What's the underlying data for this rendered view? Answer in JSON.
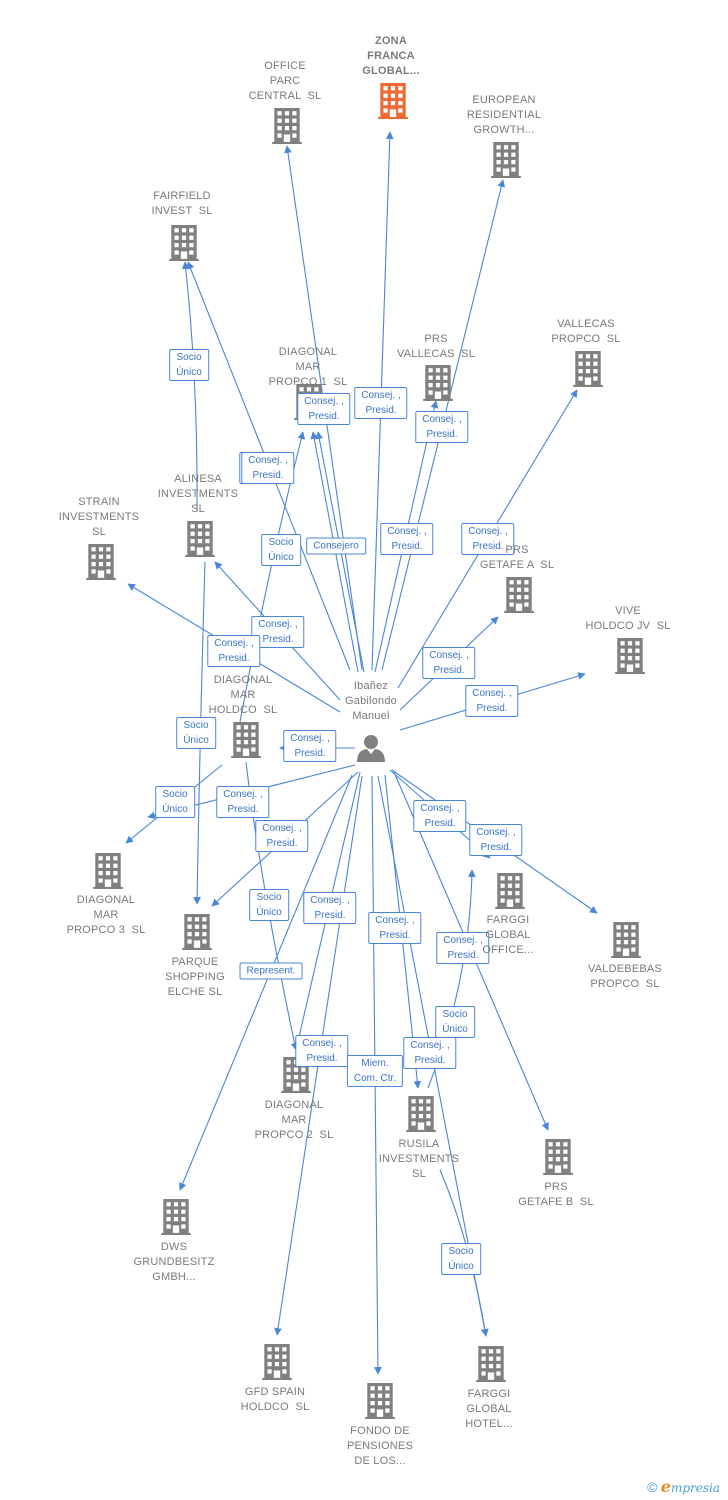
{
  "colors": {
    "edge": "#4a86d8",
    "building": "#808080",
    "building_highlight": "#f06a35",
    "person": "#808080"
  },
  "center": {
    "id": "ibanez",
    "label": "Ibañez\nGabilondo\nManuel",
    "icon": "person-icon"
  },
  "nodes": [
    {
      "id": "office_parc",
      "label": "OFFICE\nPARC\nCENTRAL  SL",
      "icon": "building-icon"
    },
    {
      "id": "zona_franca",
      "label": "ZONA\nFRANCA\nGLOBAL...",
      "icon": "building-icon",
      "highlight": true
    },
    {
      "id": "european",
      "label": "EUROPEAN\nRESIDENTIAL\nGROWTH...",
      "icon": "building-icon"
    },
    {
      "id": "fairfield",
      "label": "FAIRFIELD\nINVEST  SL",
      "icon": "building-icon"
    },
    {
      "id": "diagonal_propco1",
      "label": "DIAGONAL\nMAR\nPROPCO 1  SL",
      "icon": "building-icon"
    },
    {
      "id": "prs_vallecas",
      "label": "PRS\nVALLECAS  SL",
      "icon": "building-icon"
    },
    {
      "id": "vallecas_propco",
      "label": "VALLECAS\nPROPCO  SL",
      "icon": "building-icon"
    },
    {
      "id": "alinesa",
      "label": "ALINESA\nINVESTMENTS\nSL",
      "icon": "building-icon"
    },
    {
      "id": "strain",
      "label": "STRAIN\nINVESTMENTS\nSL",
      "icon": "building-icon"
    },
    {
      "id": "prs_getafe_a",
      "label": "PRS\nGETAFE A  SL",
      "icon": "building-icon"
    },
    {
      "id": "vive",
      "label": "VIVE\nHOLDCO JV  SL",
      "icon": "building-icon"
    },
    {
      "id": "diagonal_holdco",
      "label": "DIAGONAL\nMAR\nHOLDCO  SL",
      "icon": "building-icon"
    },
    {
      "id": "diagonal_propco3",
      "label": "DIAGONAL\nMAR\nPROPCO 3  SL",
      "icon": "building-icon"
    },
    {
      "id": "parque",
      "label": "PARQUE\nSHOPPING\nELCHE SL",
      "icon": "building-icon"
    },
    {
      "id": "farggi_office",
      "label": "FARGGI\nGLOBAL\nOFFICE...",
      "icon": "building-icon"
    },
    {
      "id": "valdebebas",
      "label": "VALDEBEBAS\nPROPCO  SL",
      "icon": "building-icon"
    },
    {
      "id": "diagonal_propco2",
      "label": "DIAGONAL\nMAR\nPROPCO 2  SL",
      "icon": "building-icon"
    },
    {
      "id": "rusila",
      "label": "RUSILA\nINVESTMENTS\nSL",
      "icon": "building-icon"
    },
    {
      "id": "prs_getafe_b",
      "label": "PRS\nGETAFE B  SL",
      "icon": "building-icon"
    },
    {
      "id": "dws",
      "label": "DWS\nGRUNDBESITZ\nGMBH...",
      "icon": "building-icon"
    },
    {
      "id": "gfd",
      "label": "GFD SPAIN\nHOLDCO  SL",
      "icon": "building-icon"
    },
    {
      "id": "fondo",
      "label": "FONDO DE\nPENSIONES\nDE LOS...",
      "icon": "building-icon"
    },
    {
      "id": "farggi_hotel",
      "label": "FARGGI\nGLOBAL\nHOTEL...",
      "icon": "building-icon"
    }
  ],
  "edges": [
    {
      "from": "ibanez",
      "to": "office_parc",
      "label": "Consej. ,\nPresid."
    },
    {
      "from": "ibanez",
      "to": "zona_franca",
      "label": "Consej. ,\nPresid."
    },
    {
      "from": "ibanez",
      "to": "european",
      "label": "Consej. ,\nPresid."
    },
    {
      "from": "ibanez",
      "to": "fairfield",
      "label": "Consej. ,\nPresid."
    },
    {
      "from": "ibanez",
      "to": "diagonal_propco1",
      "label": "Consej. ,\nPresid."
    },
    {
      "from": "ibanez",
      "to": "diagonal_propco1",
      "label": "Consejero"
    },
    {
      "from": "ibanez",
      "to": "prs_vallecas",
      "label": "Consej. ,\nPresid."
    },
    {
      "from": "ibanez",
      "to": "vallecas_propco",
      "label": "Consej. ,\nPresid."
    },
    {
      "from": "ibanez",
      "to": "alinesa",
      "label": "Consej. ,\nPresid."
    },
    {
      "from": "ibanez",
      "to": "strain",
      "label": "Consej. ,\nPresid."
    },
    {
      "from": "ibanez",
      "to": "prs_getafe_a",
      "label": "Consej. ,\nPresid."
    },
    {
      "from": "ibanez",
      "to": "vive",
      "label": "Consej. ,\nPresid."
    },
    {
      "from": "ibanez",
      "to": "diagonal_holdco",
      "label": "Consej. ,\nPresid."
    },
    {
      "from": "ibanez",
      "to": "diagonal_propco3",
      "label": "Consej. ,\nPresid."
    },
    {
      "from": "ibanez",
      "to": "parque",
      "label": "Consej. ,\nPresid."
    },
    {
      "from": "ibanez",
      "to": "farggi_office",
      "label": "Consej. ,\nPresid."
    },
    {
      "from": "ibanez",
      "to": "valdebebas",
      "label": "Consej. ,\nPresid."
    },
    {
      "from": "ibanez",
      "to": "diagonal_propco2",
      "label": "Consej. ,\nPresid."
    },
    {
      "from": "ibanez",
      "to": "rusila",
      "label": "Consej. ,\nPresid."
    },
    {
      "from": "ibanez",
      "to": "prs_getafe_b",
      "label": "Consej. ,\nPresid."
    },
    {
      "from": "ibanez",
      "to": "dws",
      "label": "Represent."
    },
    {
      "from": "ibanez",
      "to": "gfd",
      "label": "Consej. ,\nPresid."
    },
    {
      "from": "ibanez",
      "to": "fondo",
      "label": "Miem.\nCom. Ctr."
    },
    {
      "from": "ibanez",
      "to": "farggi_hotel",
      "label": "Consej. ,\nPresid."
    },
    {
      "from": "alinesa",
      "to": "fairfield",
      "label": "Socio\nÚnico"
    },
    {
      "from": "diagonal_holdco",
      "to": "diagonal_propco1",
      "label": "Socio\nÚnico"
    },
    {
      "from": "diagonal_holdco",
      "to": "parque",
      "label": "Socio\nÚnico"
    },
    {
      "from": "diagonal_holdco",
      "to": "diagonal_propco3",
      "label": "Socio\nÚnico"
    },
    {
      "from": "diagonal_holdco",
      "to": "diagonal_propco2",
      "label": "Socio\nÚnico"
    },
    {
      "from": "rusila",
      "to": "farggi_office",
      "label": "Socio\nÚnico"
    },
    {
      "from": "rusila",
      "to": "farggi_hotel",
      "label": "Socio\nÚnico"
    }
  ],
  "watermark": {
    "symbol": "©",
    "brand_initial": "e",
    "brand_rest": "mpresia"
  }
}
